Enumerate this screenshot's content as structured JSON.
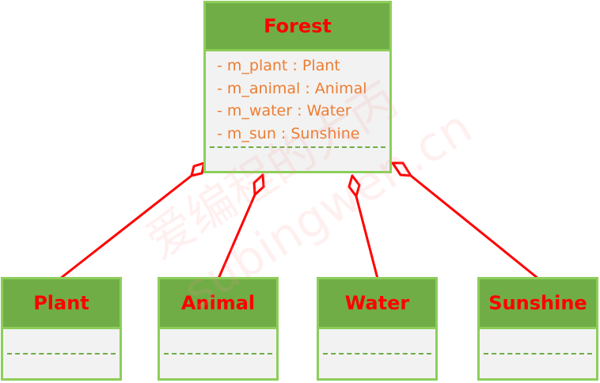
{
  "classes": {
    "forest": {
      "name": "Forest",
      "attributes": [
        "- m_plant : Plant",
        "- m_animal : Animal",
        "- m_water : Water",
        "- m_sun : Sunshine"
      ]
    },
    "plant": {
      "name": "Plant"
    },
    "animal": {
      "name": "Animal"
    },
    "water": {
      "name": "Water"
    },
    "sunshine": {
      "name": "Sunshine"
    }
  },
  "relationships": [
    {
      "type": "aggregation",
      "whole": "Forest",
      "part": "Plant"
    },
    {
      "type": "aggregation",
      "whole": "Forest",
      "part": "Animal"
    },
    {
      "type": "aggregation",
      "whole": "Forest",
      "part": "Water"
    },
    {
      "type": "aggregation",
      "whole": "Forest",
      "part": "Sunshine"
    }
  ],
  "watermark": {
    "line1": "爱编程的大丙",
    "line2": "subingwen.cn"
  },
  "colors": {
    "header_fill": "#70ad47",
    "border": "#8dce5a",
    "body_fill": "#f2f2f2",
    "class_name_text": "#ff0000",
    "attribute_text": "#ed7d31",
    "connector": "#ff0000"
  }
}
